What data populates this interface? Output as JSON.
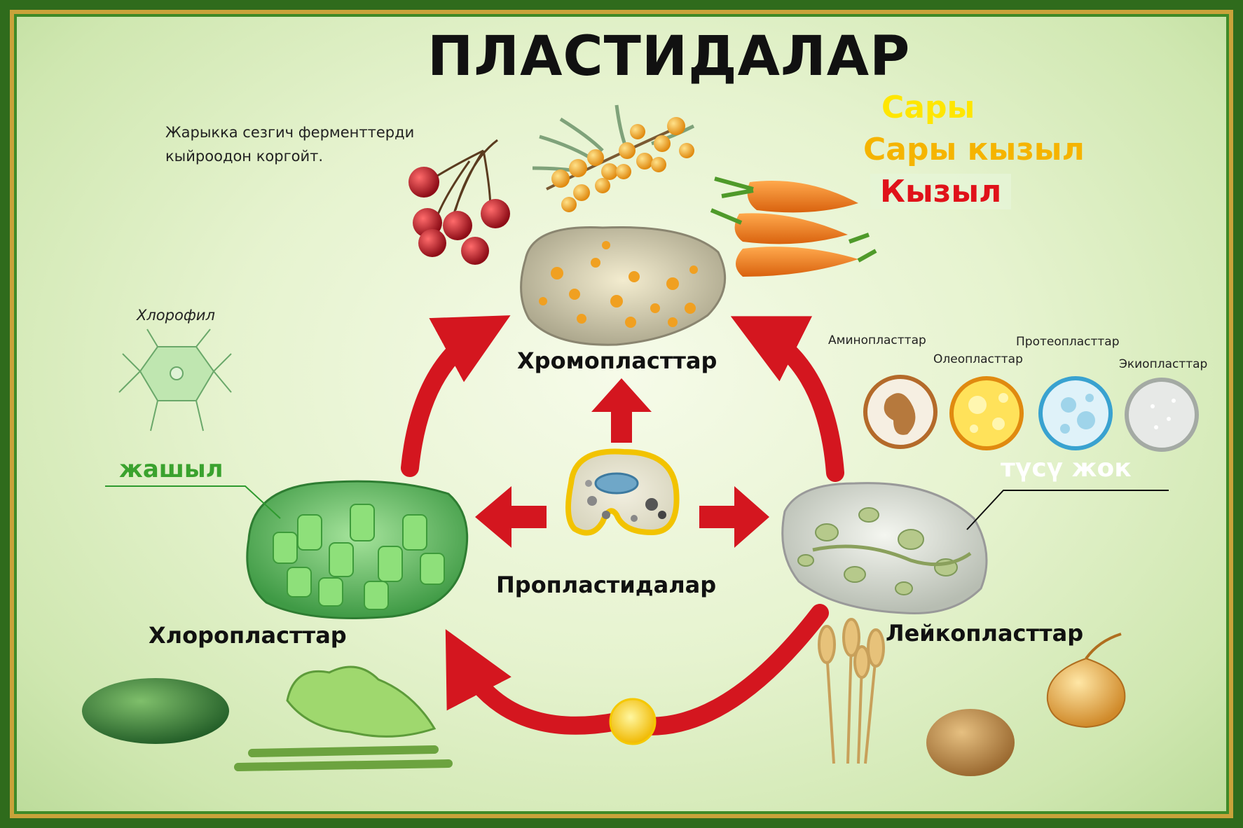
{
  "title": "ПЛАСТИДАЛАР",
  "note": "Жарыкка сезгич ферменттерди\nкыйроодон коргойт.",
  "colors": {
    "yellow_label": "Сары",
    "orange_label": "Сары кызыл",
    "red_label": "Кызыл",
    "green_label": "жашыл",
    "no_color_label": "түсү жок"
  },
  "plastids": {
    "chromoplasts": "Хромопласттар",
    "proplastids": "Пропластидалар",
    "chloroplasts": "Хлоропласттар",
    "leucoplasts": "Лейкопласттар"
  },
  "chlorophyll_label": "Хлорофил",
  "leucoplast_types": [
    "Аминопласттар",
    "Олеопласттар",
    "Протеопласттар",
    "Экиопласттар"
  ],
  "palette": {
    "frame": "#2f6b1c",
    "arrow": "#d4161f",
    "chloroplast": "#5fbf5a",
    "chromoplast": "#f1a52a"
  }
}
